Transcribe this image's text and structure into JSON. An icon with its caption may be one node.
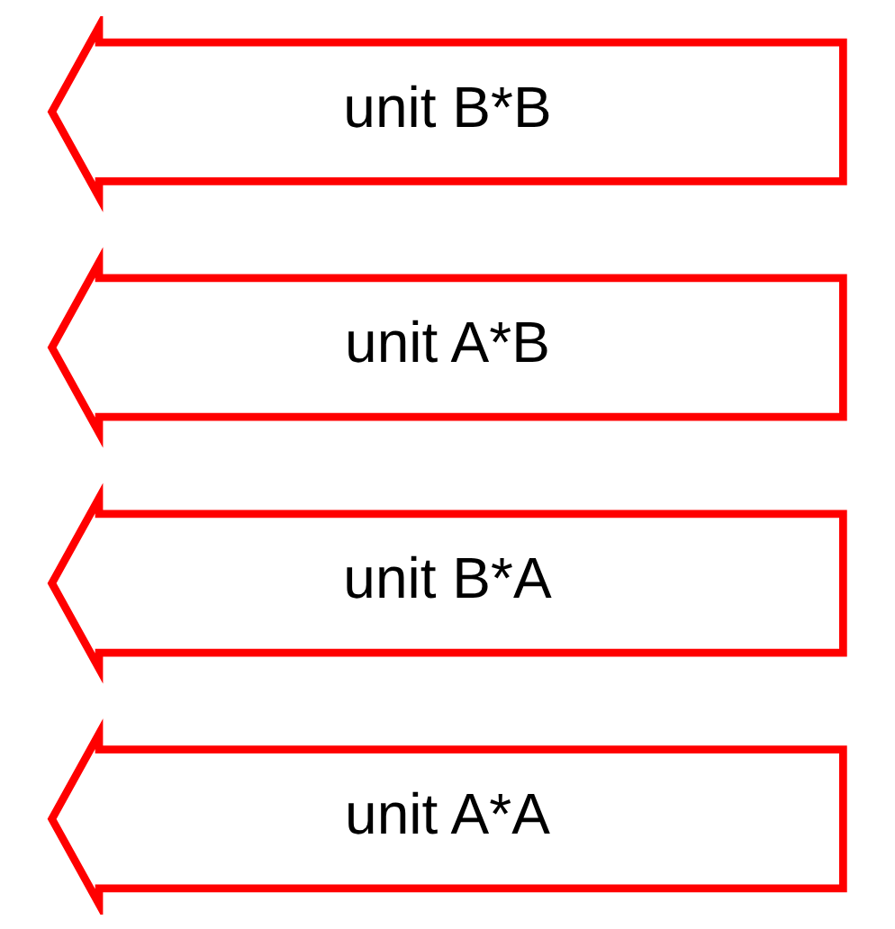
{
  "diagram": {
    "nodes": [
      {
        "text": [
          "unit A*A"
        ]
      },
      {
        "text": [
          "unit B*A"
        ]
      },
      {
        "text": [
          "unit A*B"
        ]
      },
      {
        "text": [
          "unit B*B"
        ]
      }
    ]
  }
}
